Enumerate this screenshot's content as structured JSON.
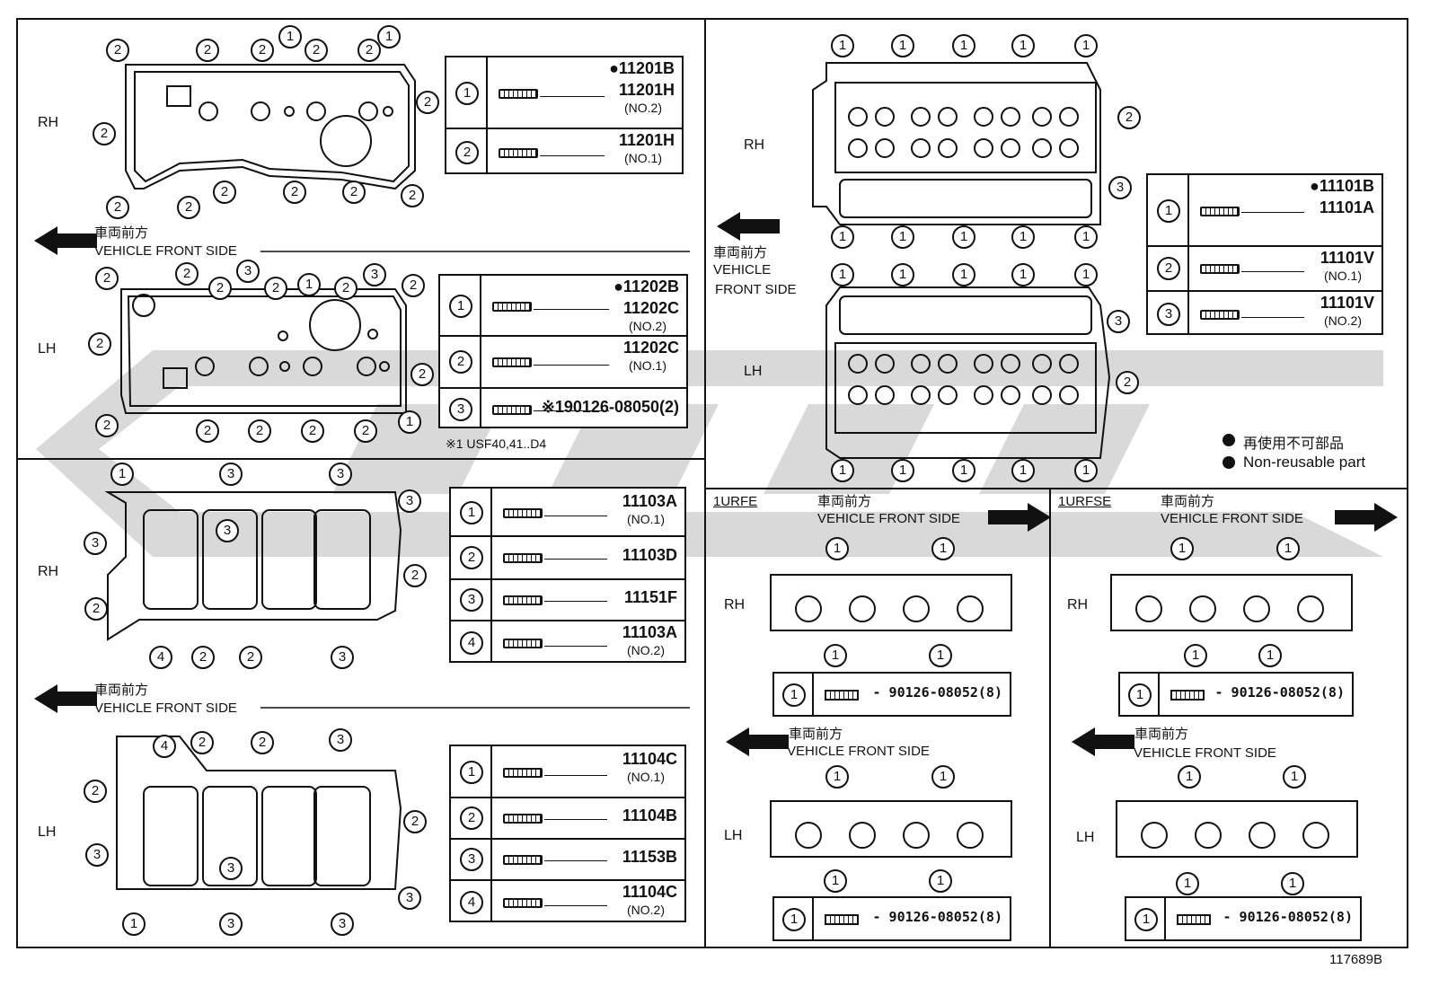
{
  "side": {
    "rh": "RH",
    "lh": "LH"
  },
  "direction": {
    "jp": "車両前方",
    "en": "VEHICLE FRONT SIDE",
    "en_line1": "VEHICLE",
    "en_line2": "FRONT SIDE"
  },
  "legend": {
    "jp": "再使用不可部品",
    "en": "Non-reusable part"
  },
  "figure_id": "117689B",
  "callouts": [
    "1",
    "2",
    "3",
    "4"
  ],
  "panel_head_cover": {
    "rh_table": [
      {
        "num": "1",
        "part": "11201B",
        "bullet": true,
        "part2": "11201H",
        "note": "(NO.2)"
      },
      {
        "num": "2",
        "part": "11201H",
        "note": "(NO.1)"
      }
    ],
    "lh_table": [
      {
        "num": "1",
        "part": "11202B",
        "bullet": true,
        "part2": "11202C",
        "note": "(NO.2)"
      },
      {
        "num": "2",
        "part": "11202C",
        "note": "(NO.1)"
      },
      {
        "num": "3",
        "part": "※190126-08050(2)"
      }
    ],
    "footnote": "※1 USF40,41..D4"
  },
  "panel_cylinder_head": {
    "table": [
      {
        "num": "1",
        "part": "11101B",
        "bullet": true,
        "part2": "11101A"
      },
      {
        "num": "2",
        "part": "11101V",
        "note": "(NO.1)"
      },
      {
        "num": "3",
        "part": "11101V",
        "note": "(NO.2)"
      }
    ]
  },
  "panel_lower": {
    "rh_table": [
      {
        "num": "1",
        "part": "11103A",
        "note": "(NO.1)"
      },
      {
        "num": "2",
        "part": "11103D"
      },
      {
        "num": "3",
        "part": "11151F"
      },
      {
        "num": "4",
        "part": "11103A",
        "note": "(NO.2)"
      }
    ],
    "lh_table": [
      {
        "num": "1",
        "part": "11104C",
        "note": "(NO.1)"
      },
      {
        "num": "2",
        "part": "11104B"
      },
      {
        "num": "3",
        "part": "11153B"
      },
      {
        "num": "4",
        "part": "11104C",
        "note": "(NO.2)"
      }
    ]
  },
  "panel_engine_variants": {
    "left_title": "1URFE",
    "right_title": "1URFSE",
    "stud_part": "90126-08052(8)"
  }
}
